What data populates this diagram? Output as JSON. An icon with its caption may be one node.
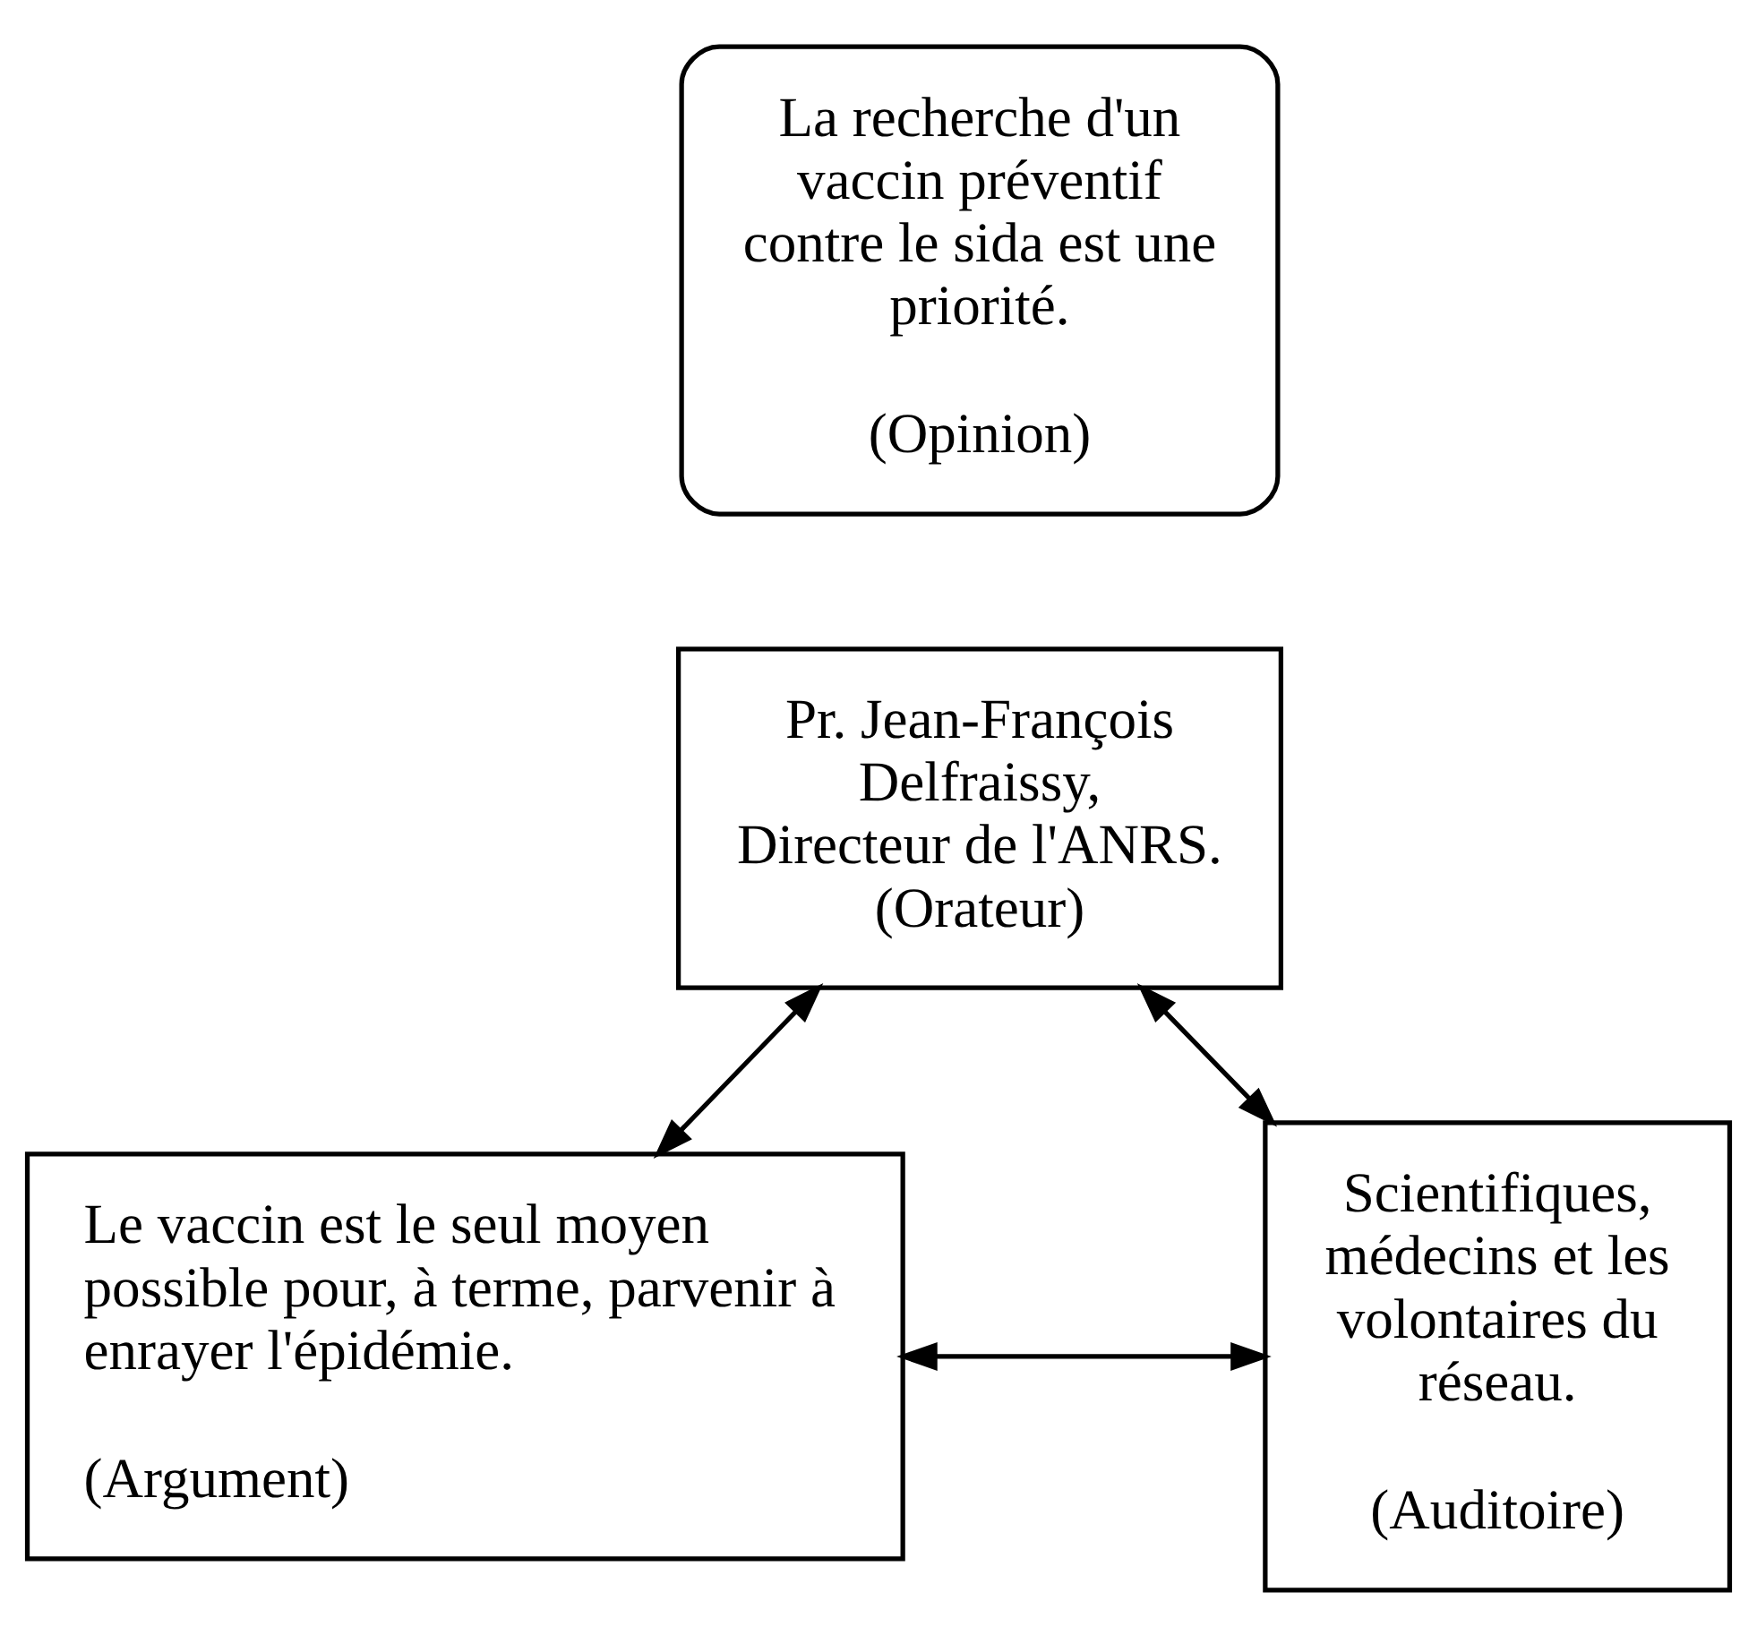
{
  "diagram": {
    "nodes": [
      {
        "text": [
          "La recherche d'un vaccin préventif contre le sida est une priorité.",
          "(Opinion)"
        ]
      },
      {
        "text": [
          "Pr. Jean-François Delfraissy, Directeur de l'ANRS. (Orateur)"
        ]
      },
      {
        "text": [
          "Le vaccin est le seul moyen possible pour, à terme, parvenir à enrayer l'épidémie.",
          "(Argument)"
        ]
      },
      {
        "text": [
          "Scientifiques, médecins et les volontaires du réseau.",
          "(Auditoire)"
        ]
      }
    ],
    "edges": [
      {
        "from": 1,
        "to": 2,
        "arrow": "both"
      },
      {
        "from": 1,
        "to": 3,
        "arrow": "both"
      },
      {
        "from": 2,
        "to": 3,
        "arrow": "both"
      }
    ]
  }
}
